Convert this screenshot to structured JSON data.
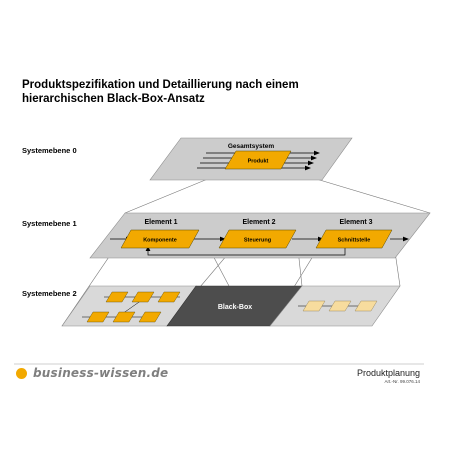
{
  "title": {
    "line1": "Produktspezifikation und Detaillierung nach einem",
    "line2": "hierarchischen Black-Box-Ansatz"
  },
  "levels": {
    "level0": "Systemebene 0",
    "level1": "Systemebene 1",
    "level2": "Systemebene 2"
  },
  "level0": {
    "system_label": "Gesamtsystem",
    "product_label": "Produkt"
  },
  "level1": {
    "elements": [
      {
        "heading": "Element 1",
        "box_label": "Komponente"
      },
      {
        "heading": "Element 2",
        "box_label": "Steuerung"
      },
      {
        "heading": "Element 3",
        "box_label": "Schnittstelle"
      }
    ]
  },
  "level2": {
    "blackbox_label": "Black-Box"
  },
  "footer": {
    "brand": "business-wissen.de",
    "doc_title": "Produktplanung",
    "article_no": "Art.-Nr. 99.076.14"
  },
  "colors": {
    "plane": "#cccccc",
    "plane_stroke": "#8c8c8c",
    "box_orange": "#f2a900",
    "box_pale": "#f7dc9e",
    "blackbox": "#4d4d4d",
    "brand_dot": "#f2a900"
  }
}
